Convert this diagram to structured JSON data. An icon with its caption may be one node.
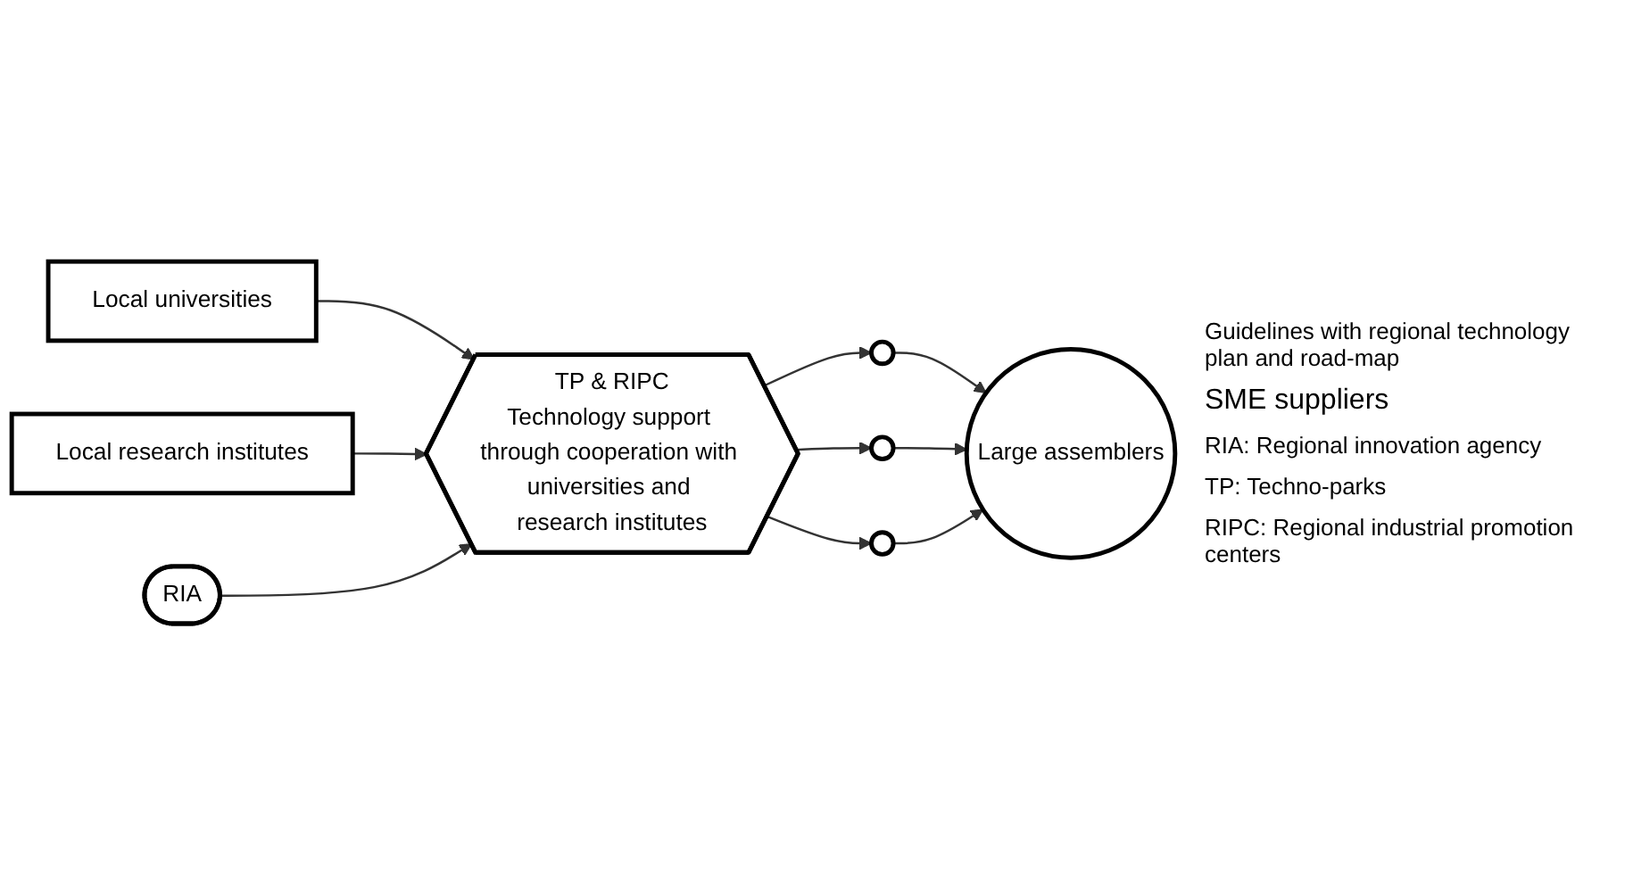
{
  "diagram": {
    "nodes": [
      {
        "text": [
          "Local universities"
        ]
      },
      {
        "text": [
          "Local research institutes"
        ]
      },
      {
        "text": [
          "RIA"
        ]
      },
      {
        "text": [
          "TP & RIPC",
          "Technology support through cooperation with universities and research institutes"
        ]
      },
      {
        "text": [],
        "shape": "circle"
      },
      {
        "text": [],
        "shape": "circle"
      },
      {
        "text": [],
        "shape": "circle"
      },
      {
        "text": [
          "Large assemblers"
        ]
      }
    ],
    "edges": [
      {
        "from": 0,
        "to": 3,
        "arrow": "to"
      },
      {
        "from": 1,
        "to": 3,
        "arrow": "to"
      },
      {
        "from": 2,
        "to": 3,
        "arrow": "to"
      },
      {
        "from": 3,
        "to": 4,
        "arrow": "to"
      },
      {
        "from": 3,
        "to": 5,
        "arrow": "to"
      },
      {
        "from": 3,
        "to": 6,
        "arrow": "to"
      },
      {
        "from": 4,
        "to": 7,
        "arrow": "to"
      },
      {
        "from": 5,
        "to": 7,
        "arrow": "to"
      },
      {
        "from": 6,
        "to": 7,
        "arrow": "to"
      }
    ],
    "labels": [
      "Guidelines with regional technology plan and road-map",
      "SME suppliers",
      "RIA: Regional innovation agency",
      "TP: Techno-parks",
      "RIPC: Regional industrial promotion centers"
    ]
  }
}
